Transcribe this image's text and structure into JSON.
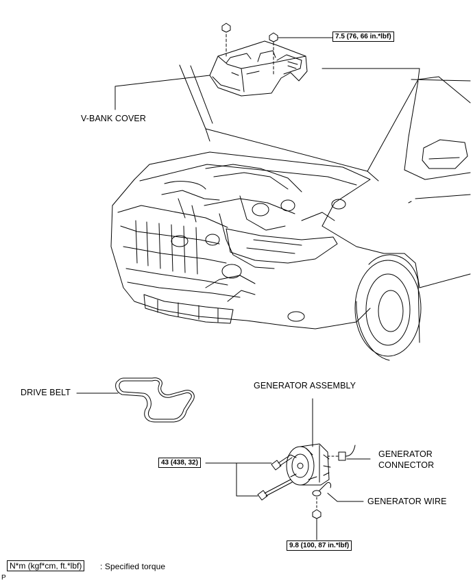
{
  "labels": {
    "v_bank_cover": "V-BANK COVER",
    "drive_belt": "DRIVE BELT",
    "generator_assembly": "GENERATOR ASSEMBLY",
    "generator_connector_line1": "GENERATOR",
    "generator_connector_line2": "CONNECTOR",
    "generator_wire": "GENERATOR WIRE"
  },
  "torques": {
    "cover_nut": "7.5 (76, 66 in.*lbf)",
    "generator_bolt": "43 (438, 32)",
    "wire_nut": "9.8 (100, 87 in.*lbf)"
  },
  "legend": {
    "units": "N*m (kgf*cm, ft.*lbf)",
    "meaning": ": Specified torque"
  },
  "corner_mark": "P"
}
